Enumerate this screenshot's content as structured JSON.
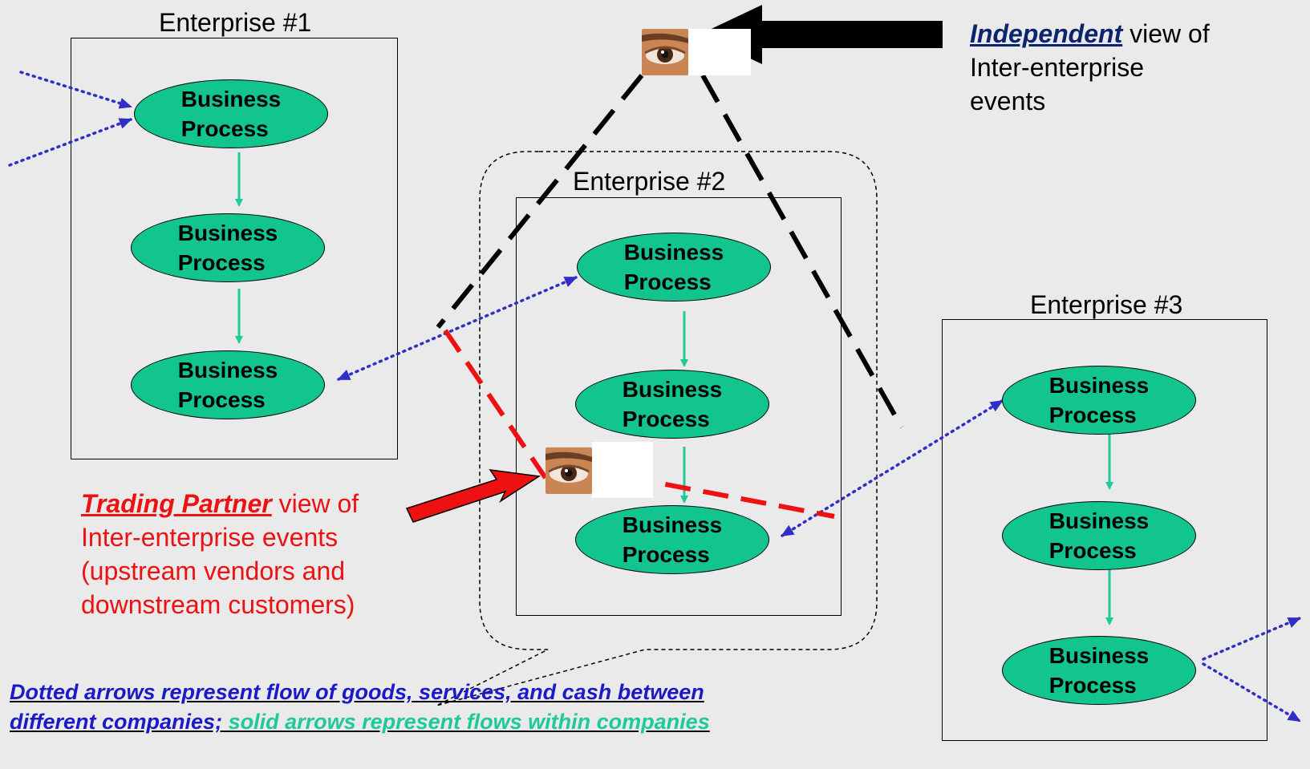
{
  "colors": {
    "background": "#eaeaea",
    "process_fill": "#12c48e",
    "internal_flow": "#1ec99a",
    "external_flow": "#2f2fc8",
    "independent_view": "#000000",
    "trading_partner_view": "#ee1111",
    "independent_label": "#0c246e",
    "legend_dotted": "#1a1ac8",
    "legend_solid": "#1ec99a"
  },
  "enterprises": [
    {
      "title": "Enterprise #1",
      "processes": [
        {
          "line1": "Business",
          "line2": "Process"
        },
        {
          "line1": "Business",
          "line2": "Process"
        },
        {
          "line1": "Business",
          "line2": "Process"
        }
      ]
    },
    {
      "title": "Enterprise #2",
      "processes": [
        {
          "line1": "Business",
          "line2": "Process"
        },
        {
          "line1": "Business",
          "line2": "Process"
        },
        {
          "line1": "Business",
          "line2": "Process"
        }
      ]
    },
    {
      "title": "Enterprise #3",
      "processes": [
        {
          "line1": "Business",
          "line2": "Process"
        },
        {
          "line1": "Business",
          "line2": "Process"
        },
        {
          "line1": "Business",
          "line2": "Process"
        }
      ]
    }
  ],
  "independent_view": {
    "emphasis": "Independent",
    "rest_line1": " view of",
    "line2": "Inter-enterprise",
    "line3": "events",
    "icon": "eye-icon"
  },
  "trading_partner_view": {
    "emphasis": "Trading Partner",
    "rest_line1": " view of",
    "line2": "Inter-enterprise events",
    "line3": "(upstream vendors and",
    "line4": "downstream customers)",
    "icon": "eye-icon"
  },
  "legend": {
    "dotted_line1": "Dotted arrows represent flow of goods, services, and cash between",
    "dotted_line2": "different companies;",
    "solid_text": " solid  arrows  represent flows within companies"
  }
}
